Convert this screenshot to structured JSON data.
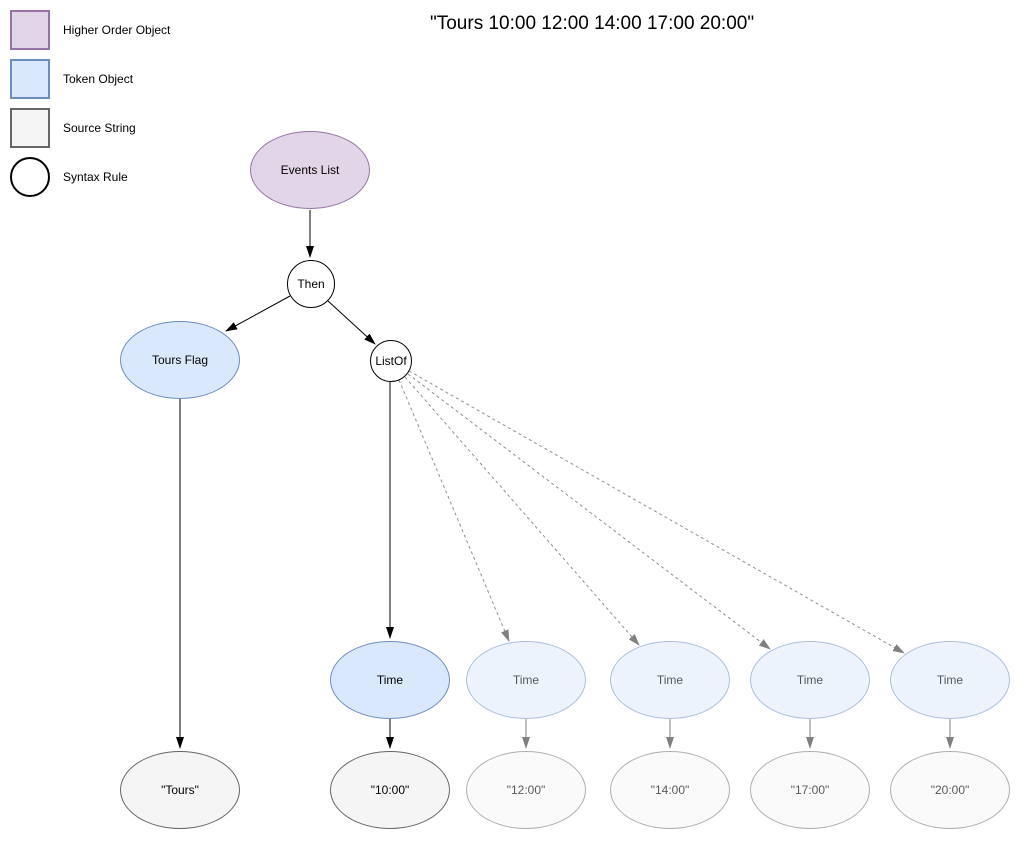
{
  "diagram_title": "\"Tours 10:00 12:00 14:00 17:00 20:00\"",
  "legend": {
    "items": [
      {
        "label": "Higher Order Object",
        "shape": "square",
        "fill": "#e1d5e7",
        "stroke": "#9673a6"
      },
      {
        "label": "Token Object",
        "shape": "square",
        "fill": "#dae8fc",
        "stroke": "#6c8ebf"
      },
      {
        "label": "Source String",
        "shape": "square",
        "fill": "#f5f5f5",
        "stroke": "#666666"
      },
      {
        "label": "Syntax Rule",
        "shape": "circle",
        "fill": "#ffffff",
        "stroke": "#000000"
      }
    ]
  },
  "nodes": {
    "events_list": {
      "label": "Events List",
      "type": "higher-order-object",
      "faded": false
    },
    "then": {
      "label": "Then",
      "type": "syntax-rule",
      "faded": false
    },
    "tours_flag": {
      "label": "Tours Flag",
      "type": "token-object",
      "faded": false
    },
    "list_of": {
      "label": "ListOf",
      "type": "syntax-rule",
      "faded": false
    },
    "time1": {
      "label": "Time",
      "type": "token-object",
      "faded": false
    },
    "time2": {
      "label": "Time",
      "type": "token-object",
      "faded": true
    },
    "time3": {
      "label": "Time",
      "type": "token-object",
      "faded": true
    },
    "time4": {
      "label": "Time",
      "type": "token-object",
      "faded": true
    },
    "time5": {
      "label": "Time",
      "type": "token-object",
      "faded": true
    },
    "src_tours": {
      "label": "\"Tours\"",
      "type": "source-string",
      "faded": false
    },
    "src_1000": {
      "label": "\"10:00\"",
      "type": "source-string",
      "faded": false
    },
    "src_1200": {
      "label": "\"12:00\"",
      "type": "source-string",
      "faded": true
    },
    "src_1400": {
      "label": "\"14:00\"",
      "type": "source-string",
      "faded": true
    },
    "src_1700": {
      "label": "\"17:00\"",
      "type": "source-string",
      "faded": true
    },
    "src_2000": {
      "label": "\"20:00\"",
      "type": "source-string",
      "faded": true
    }
  },
  "edges": [
    {
      "from": "events_list",
      "to": "then",
      "style": "solid"
    },
    {
      "from": "then",
      "to": "tours_flag",
      "style": "solid"
    },
    {
      "from": "then",
      "to": "list_of",
      "style": "solid"
    },
    {
      "from": "tours_flag",
      "to": "src_tours",
      "style": "solid"
    },
    {
      "from": "list_of",
      "to": "time1",
      "style": "solid"
    },
    {
      "from": "time1",
      "to": "src_1000",
      "style": "solid"
    },
    {
      "from": "list_of",
      "to": "time2",
      "style": "dashed"
    },
    {
      "from": "list_of",
      "to": "time3",
      "style": "dashed"
    },
    {
      "from": "list_of",
      "to": "time4",
      "style": "dashed"
    },
    {
      "from": "list_of",
      "to": "time5",
      "style": "dashed"
    },
    {
      "from": "time2",
      "to": "src_1200",
      "style": "solid-faded"
    },
    {
      "from": "time3",
      "to": "src_1400",
      "style": "solid-faded"
    },
    {
      "from": "time4",
      "to": "src_1700",
      "style": "solid-faded"
    },
    {
      "from": "time5",
      "to": "src_2000",
      "style": "solid-faded"
    }
  ],
  "colors": {
    "higher_order_fill": "#e1d5e7",
    "higher_order_stroke": "#9673a6",
    "token_fill": "#dae8fc",
    "token_stroke": "#6c8ebf",
    "source_fill": "#f5f5f5",
    "source_stroke": "#666666",
    "syntax_rule_fill": "#ffffff",
    "syntax_rule_stroke": "#000000",
    "edge_solid": "#000000",
    "edge_dashed": "#8f8f8f",
    "edge_faded": "#808080",
    "background": "#ffffff"
  }
}
